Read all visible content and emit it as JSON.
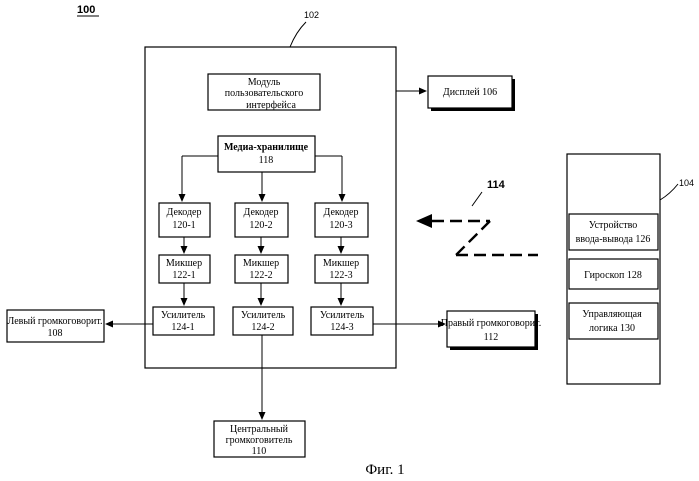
{
  "figure_number": "100",
  "caption": "Фиг. 1",
  "device_102": {
    "ref": "102"
  },
  "device_104": {
    "ref": "104"
  },
  "wireless": {
    "ref": "114"
  },
  "ui_module": {
    "line1": "Модуль",
    "line2": "пользовательского",
    "line3": "интерфейса"
  },
  "display": {
    "label": "Дисплей 106"
  },
  "media_storage": {
    "line1": "Медиа-хранилище",
    "line2": "118"
  },
  "decoders": [
    {
      "line1": "Декодер",
      "line2": "120-1"
    },
    {
      "line1": "Декодер",
      "line2": "120-2"
    },
    {
      "line1": "Декодер",
      "line2": "120-3"
    }
  ],
  "mixers": [
    {
      "line1": "Микшер",
      "line2": "122-1"
    },
    {
      "line1": "Микшер",
      "line2": "122-2"
    },
    {
      "line1": "Микшер",
      "line2": "122-3"
    }
  ],
  "amplifiers": [
    {
      "line1": "Усилитель",
      "line2": "124-1"
    },
    {
      "line1": "Усилитель",
      "line2": "124-2"
    },
    {
      "line1": "Усилитель",
      "line2": "124-3"
    }
  ],
  "left_speaker": {
    "line1": "Левый громкоговорит.",
    "line2": "108"
  },
  "right_speaker": {
    "line1": "Правый громкоговорит.",
    "line2": "112"
  },
  "center_speaker": {
    "line1": "Центральный",
    "line2": "громкоговитель",
    "line3": "110"
  },
  "io_device": {
    "line1": "Устройство",
    "line2": "ввода-вывода 126"
  },
  "gyroscope": {
    "label": "Гироскоп 128"
  },
  "control_logic": {
    "line1": "Управляющая",
    "line2": "логика 130"
  }
}
